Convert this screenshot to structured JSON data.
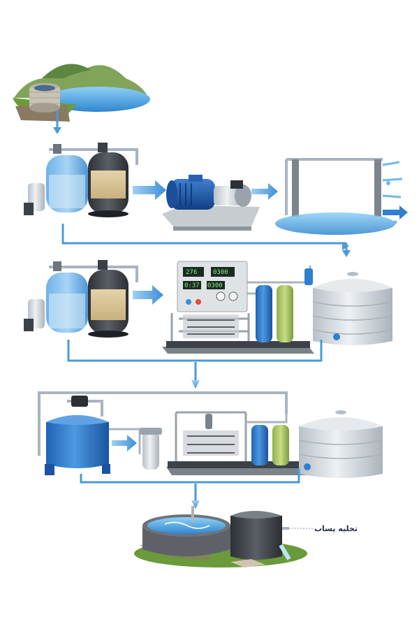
{
  "labels": {
    "wastewater_discharge": "تخلیه پساب"
  },
  "panel_displays": {
    "display_1": "276",
    "display_2": "0300",
    "display_3": "0:37",
    "display_4": "0300"
  },
  "colors": {
    "pipe_blue": "#4a9ad8",
    "pipe_grey": "#aab4be",
    "water": "#3b8fd6",
    "tank_blue": "#2f7fcf",
    "tank_dark": "#4a4e55",
    "tank_silver": "#d7dde2",
    "grass": "#6b9a3a",
    "lcd_green": "#7cf07c",
    "lcd_bg": "#1d2a22"
  }
}
